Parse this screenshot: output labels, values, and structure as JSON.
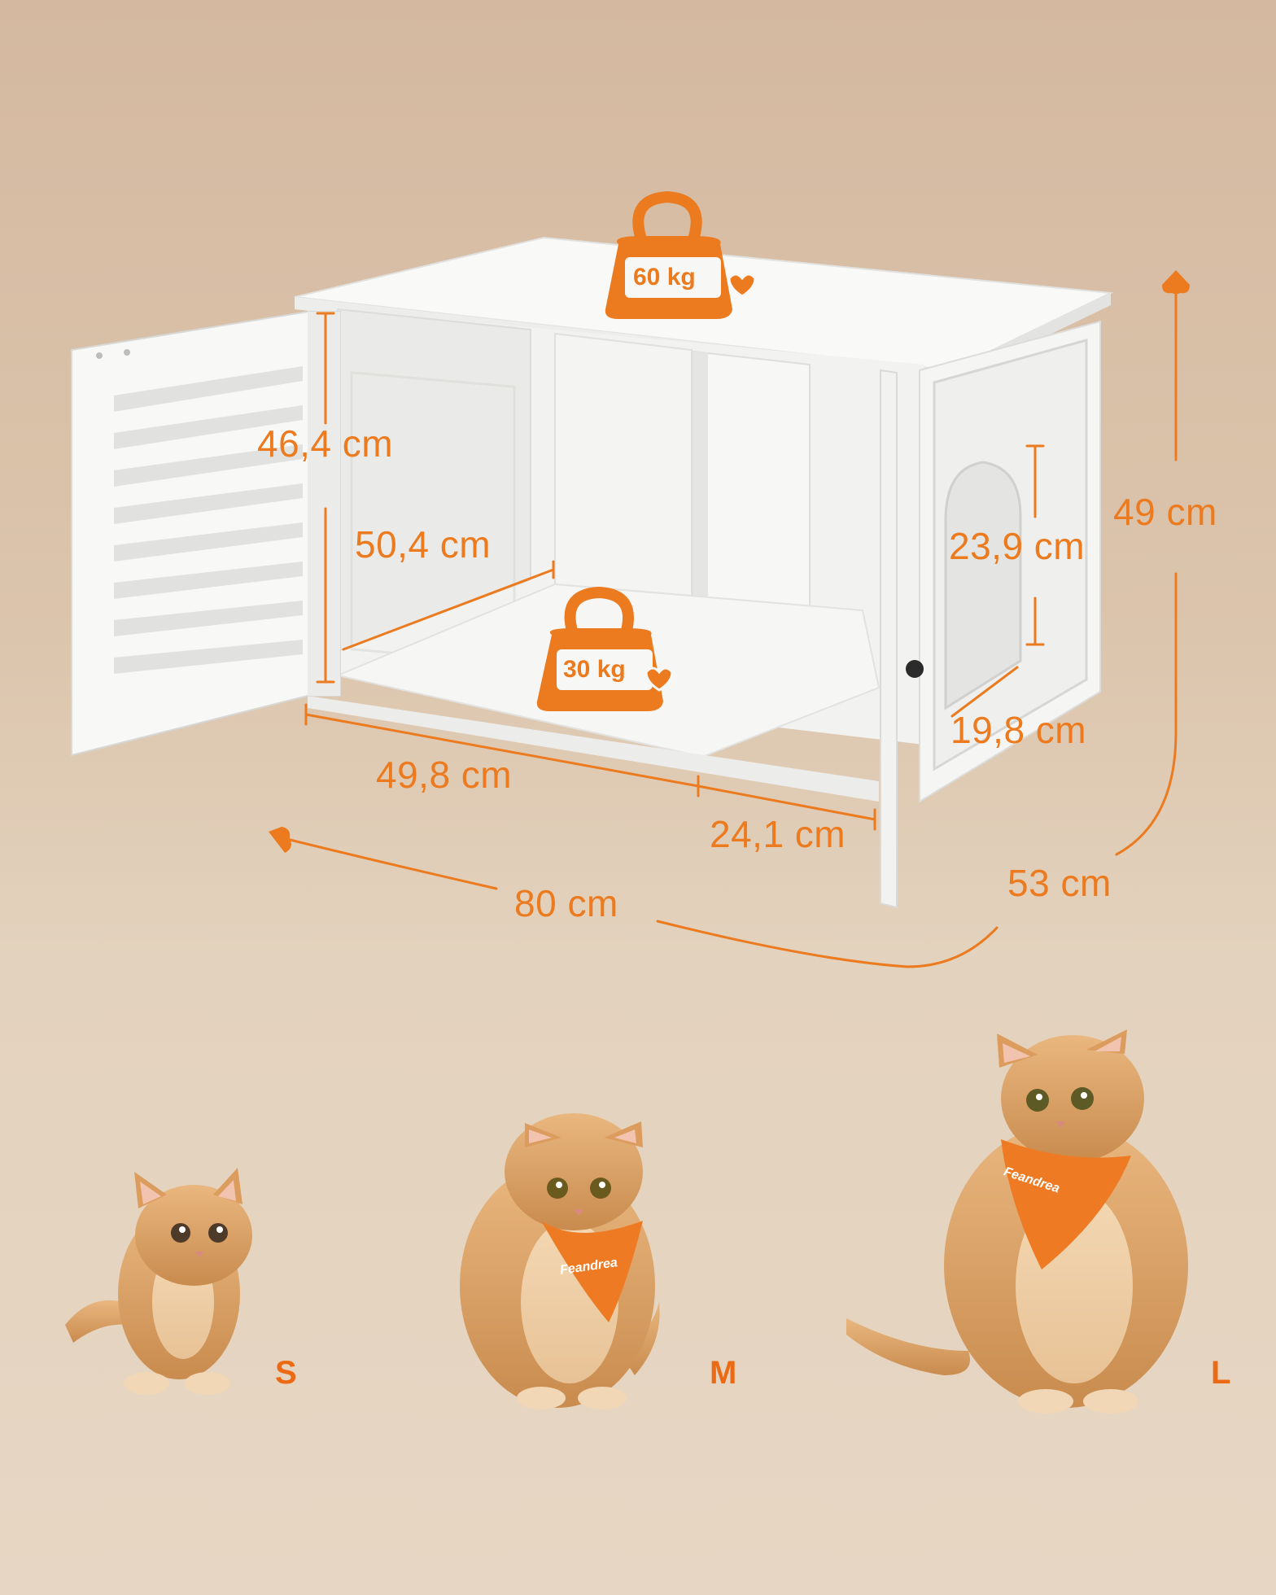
{
  "weights": {
    "top": "60 kg",
    "inner": "30 kg"
  },
  "dimensions": {
    "door_height": "46,4 cm",
    "inner_depth": "50,4 cm",
    "entrance_height": "23,9 cm",
    "entrance_width": "19,8 cm",
    "height": "49 cm",
    "left_compartment_width": "49,8 cm",
    "right_compartment_width": "24,1 cm",
    "width": "80 cm",
    "depth": "53 cm"
  },
  "cats": [
    {
      "size": "S",
      "bandana": ""
    },
    {
      "size": "M",
      "bandana": "Feandrea"
    },
    {
      "size": "L",
      "bandana": "Feandrea"
    }
  ],
  "colors": {
    "accent": "#ec7a1e",
    "furniture": "#f7f7f5",
    "background": "#dcc5ad"
  }
}
